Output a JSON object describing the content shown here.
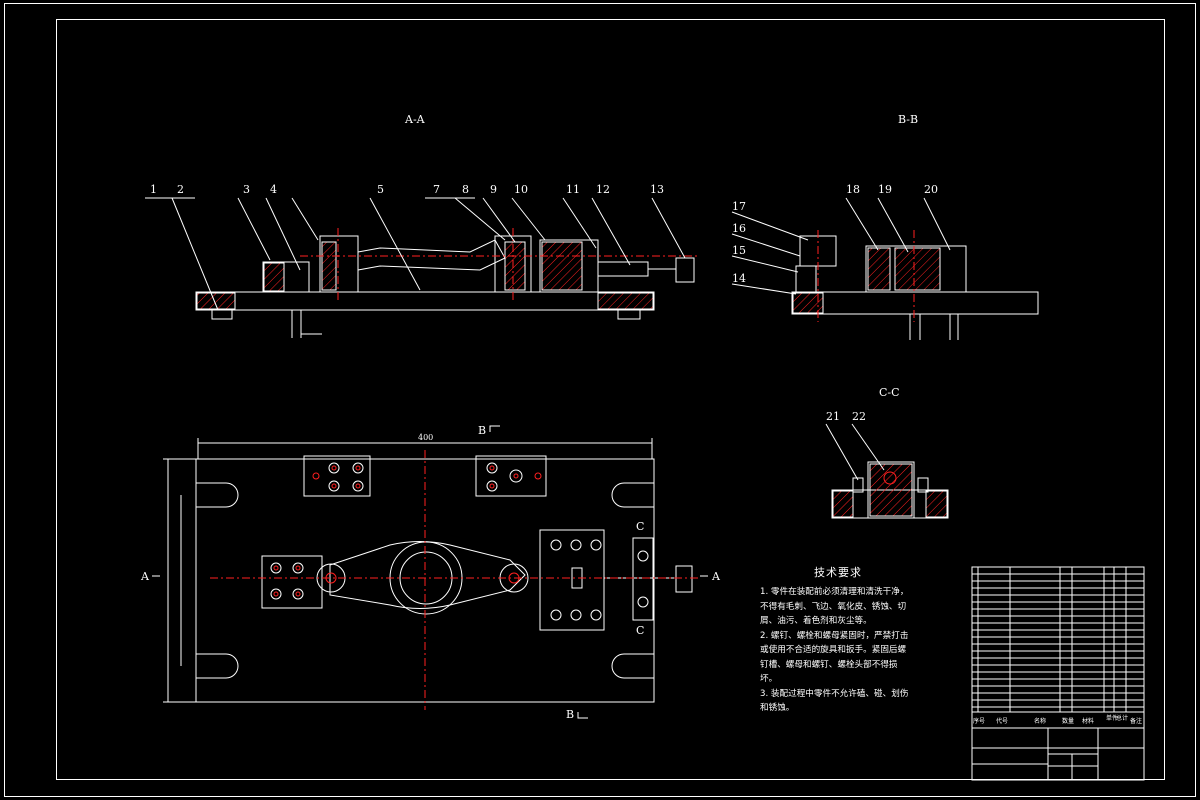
{
  "sections": {
    "aa": "A-A",
    "bb": "B-B",
    "cc": "C-C"
  },
  "part_numbers": [
    "1",
    "2",
    "3",
    "4",
    "5",
    "7",
    "8",
    "9",
    "10",
    "11",
    "12",
    "13",
    "14",
    "15",
    "16",
    "17",
    "18",
    "19",
    "20",
    "21",
    "22"
  ],
  "dimension_label": "400",
  "cut_markers": {
    "b_top": "B",
    "b_bottom": "B",
    "a_left": "A",
    "a_right": "A",
    "c_top": "C",
    "c_bottom": "C"
  },
  "technical_requirements": {
    "title": "技术要求",
    "items": [
      "1. 零件在装配前必须清理和清洗干净，不得有毛刺、飞边、氧化皮、锈蚀、切屑、油污、着色剂和灰尘等。",
      "2. 螺钉、螺栓和螺母紧固时，严禁打击或使用不合适的旋具和扳手。紧固后螺钉槽、螺母和螺钉、螺栓头部不得损坏。",
      "3. 装配过程中零件不允许磕、碰、划伤和锈蚀。"
    ]
  },
  "title_block": {
    "header": [
      "序号",
      "代号",
      "名称",
      "数量",
      "材料",
      "单件",
      "总计",
      "备注"
    ]
  },
  "colors": {
    "background": "#000000",
    "line": "#ffffff",
    "centerline": "#ff2020",
    "hatch": "#ff2020"
  }
}
